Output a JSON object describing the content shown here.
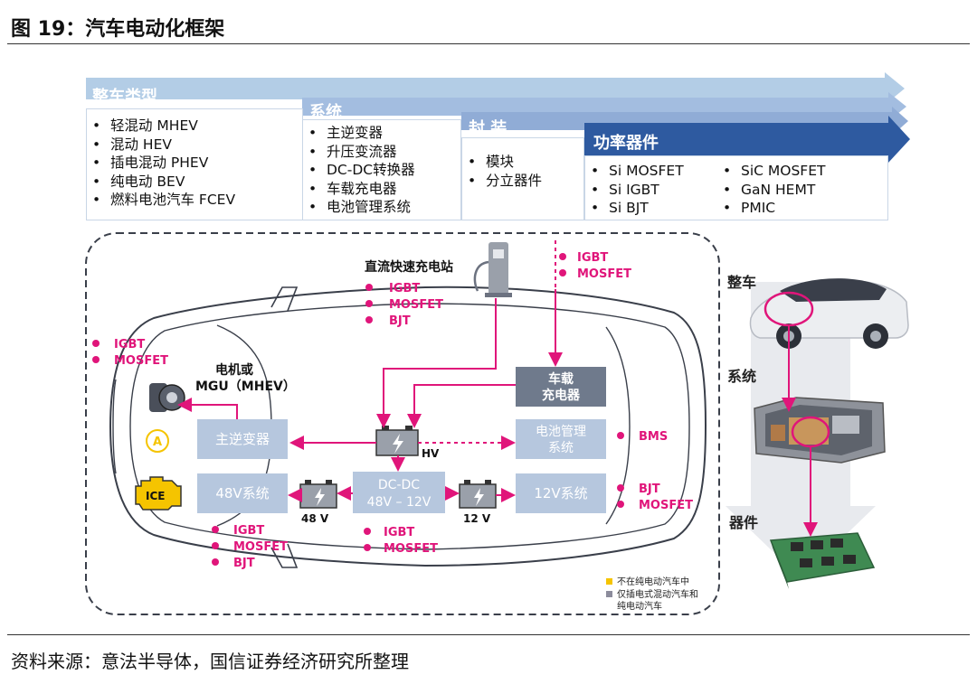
{
  "figure_title": "图 19：汽车电动化框架",
  "source": "资料来源：意法半导体，国信证券经济研究所整理",
  "colors": {
    "band1": "#b3cde6",
    "band2": "#a3bde0",
    "band3": "#90acd6",
    "band4": "#2e5aa0",
    "magenta": "#e0157a",
    "block": "#b6c7de",
    "block_dark": "#6f7a8c",
    "legend_yellow": "#f5c400",
    "legend_gray": "#8c8c9c"
  },
  "layers": {
    "vehicle_type": {
      "label": "整车类型",
      "items": [
        "轻混动 MHEV",
        "混动 HEV",
        "插电混动 PHEV",
        "纯电动 BEV",
        "燃料电池汽车 FCEV"
      ]
    },
    "system": {
      "label": "系统",
      "items": [
        "主逆变器",
        "升压变流器",
        "DC-DC转换器",
        "车载充电器",
        "电池管理系统"
      ]
    },
    "packaging": {
      "label": "封 装",
      "items": [
        "模块",
        "分立器件"
      ]
    },
    "power_devices": {
      "label": "功率器件",
      "col1": [
        "Si MOSFET",
        "Si IGBT",
        "Si BJT"
      ],
      "col2": [
        "SiC MOSFET",
        "GaN HEMT",
        "PMIC"
      ]
    }
  },
  "diagram": {
    "charging_station": "直流快速充电站",
    "motor_label_1": "电机或",
    "motor_label_2": "MGU（MHEV）",
    "ice": "ICE",
    "alternator": "A",
    "blocks": {
      "inverter": "主逆变器",
      "sys48": "48V系统",
      "dcdc_1": "DC-DC",
      "dcdc_2": "48V – 12V",
      "sys12": "12V系统",
      "bms_1": "电池管理",
      "bms_2": "系统",
      "obc_1": "车载",
      "obc_2": "充电器"
    },
    "battery_labels": {
      "hv": "HV",
      "v48": "48 V",
      "v12": "12 V"
    },
    "tags": {
      "top_igbt": "IGBT",
      "top_mosfet": "MOSFET",
      "top_bjt": "BJT",
      "charger_igbt": "IGBT",
      "charger_mosfet": "MOSFET",
      "left_igbt": "IGBT",
      "left_mosfet": "MOSFET",
      "bms": "BMS",
      "right_bjt": "BJT",
      "right_mosfet": "MOSFET",
      "bl_igbt": "IGBT",
      "bl_mosfet": "MOSFET",
      "bl_bjt": "BJT",
      "bc_igbt": "IGBT",
      "bc_mosfet": "MOSFET"
    },
    "legend": {
      "yellow": "不在纯电动汽车中",
      "gray_1": "仅插电式混动汽车和",
      "gray_2": "纯电动汽车"
    }
  },
  "right_panel": {
    "vehicle": "整车",
    "system": "系统",
    "device": "器件"
  }
}
